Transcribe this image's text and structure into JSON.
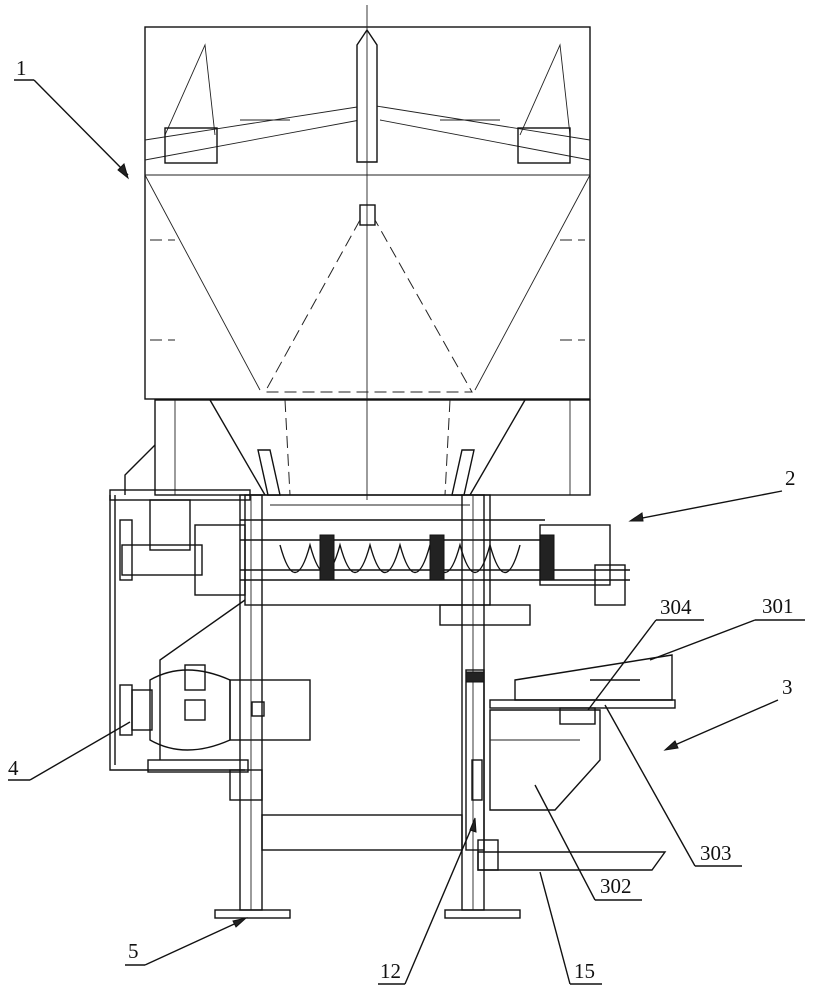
{
  "labels": {
    "hopper": "1",
    "screw_conveyor": "2",
    "discharge_unit": "3",
    "frame_bracket": "4",
    "base_leg": "5",
    "adjust_rod": "12",
    "plate": "15",
    "upper_chute": "301",
    "lower_chute": "302",
    "support_plate": "303",
    "small_block": "304"
  },
  "colors": {
    "line": "#111111",
    "background": "#ffffff"
  }
}
